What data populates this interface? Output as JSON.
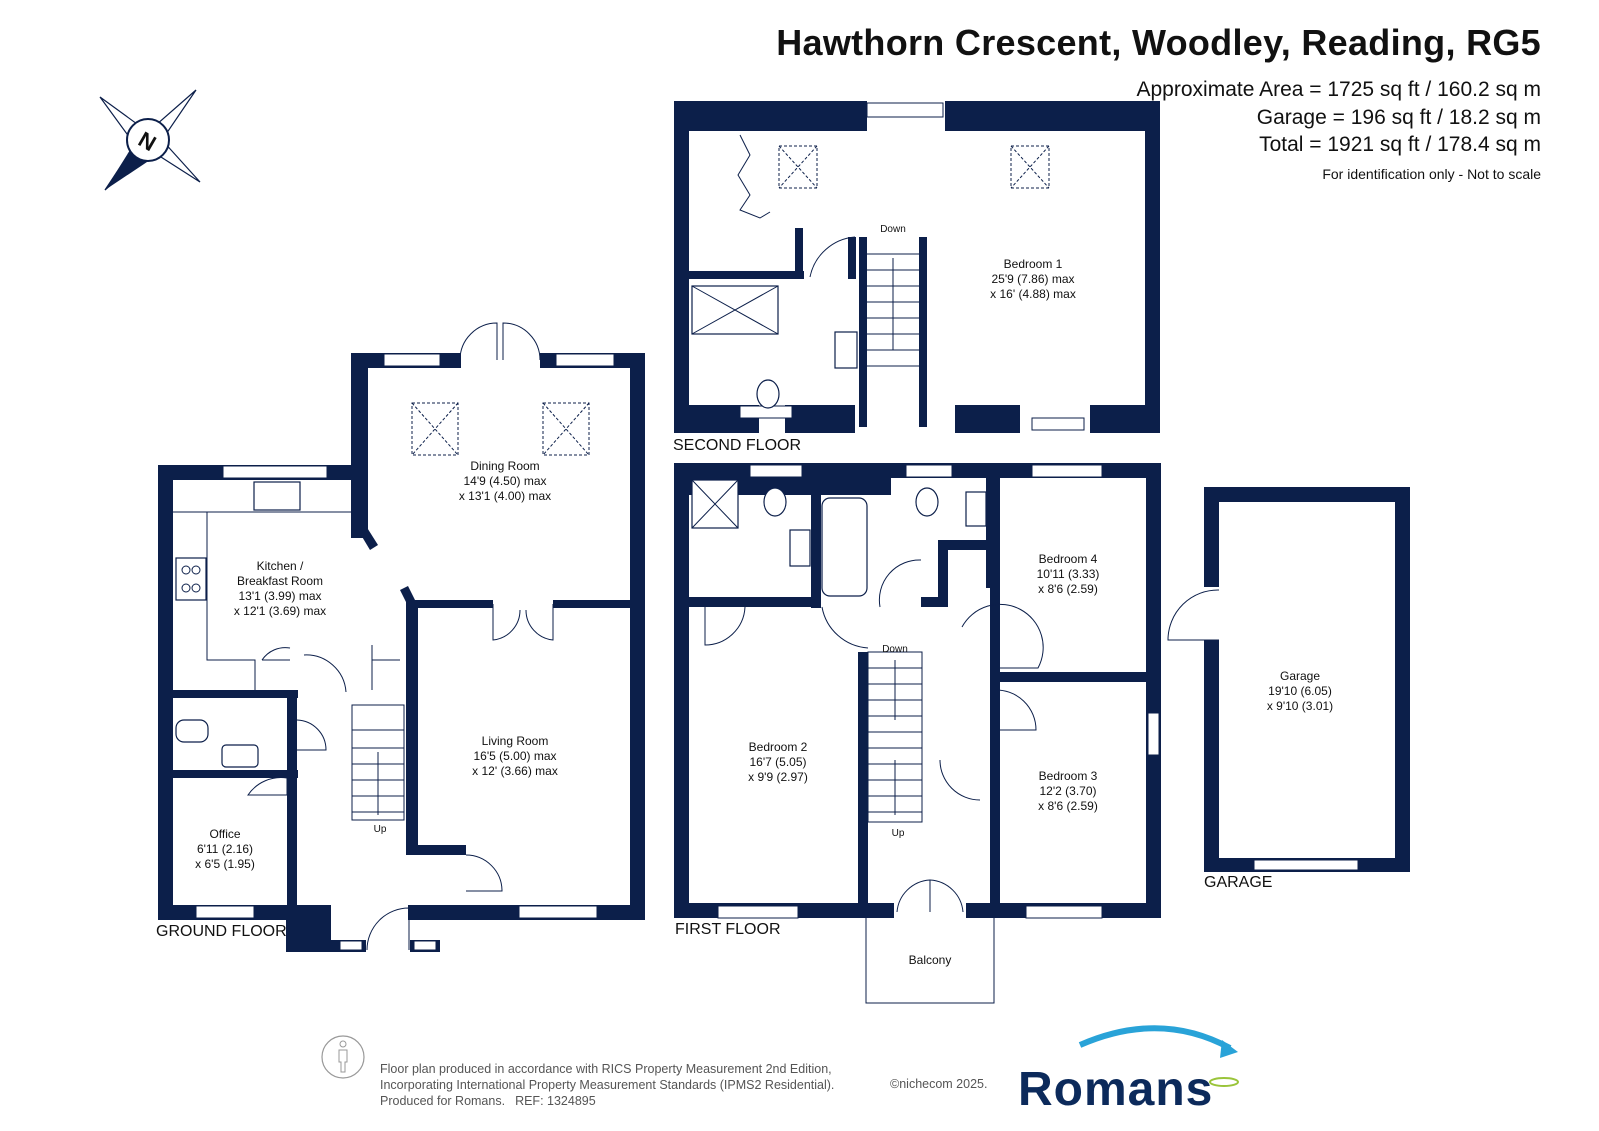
{
  "header": {
    "title": "Hawthorn Crescent, Woodley, Reading, RG5",
    "approx_area": "Approximate Area = 1725 sq ft / 160.2 sq m",
    "garage_area": "Garage = 196 sq ft / 18.2 sq m",
    "total_area": "Total = 1921 sq ft / 178.4 sq m",
    "note": "For identification only - Not to scale"
  },
  "compass": {
    "letter": "N",
    "icon": "north-compass-icon"
  },
  "floors": {
    "ground": "GROUND FLOOR",
    "first": "FIRST FLOOR",
    "second": "SECOND FLOOR",
    "garage": "GARAGE"
  },
  "rooms": {
    "dining": {
      "name": "Dining Room",
      "dim1": "14'9 (4.50) max",
      "dim2": "x 13'1 (4.00) max"
    },
    "kitchen": {
      "name": "Kitchen /",
      "name2": "Breakfast Room",
      "dim1": "13'1 (3.99) max",
      "dim2": "x 12'1 (3.69) max"
    },
    "living": {
      "name": "Living Room",
      "dim1": "16'5 (5.00) max",
      "dim2": "x 12' (3.66) max"
    },
    "office": {
      "name": "Office",
      "dim1": "6'11 (2.16)",
      "dim2": "x 6'5 (1.95)"
    },
    "bedroom1": {
      "name": "Bedroom 1",
      "dim1": "25'9 (7.86) max",
      "dim2": "x 16' (4.88) max"
    },
    "bedroom2": {
      "name": "Bedroom 2",
      "dim1": "16'7 (5.05)",
      "dim2": "x 9'9 (2.97)"
    },
    "bedroom3": {
      "name": "Bedroom 3",
      "dim1": "12'2 (3.70)",
      "dim2": "x 8'6 (2.59)"
    },
    "bedroom4": {
      "name": "Bedroom 4",
      "dim1": "10'11 (3.33)",
      "dim2": "x 8'6 (2.59)"
    },
    "garage": {
      "name": "Garage",
      "dim1": "19'10 (6.05)",
      "dim2": "x 9'10 (3.01)"
    },
    "balcony": {
      "name": "Balcony"
    }
  },
  "stairs": {
    "up": "Up",
    "down": "Down"
  },
  "footer": {
    "line1": "Floor plan produced in accordance with RICS Property Measurement 2nd Edition,",
    "line2": "Incorporating International Property Measurement Standards (IPMS2 Residential).",
    "line3": "Produced for Romans.",
    "ref": "REF:  1324895",
    "copyright": "©nichecom 2025.",
    "brand": "Romans"
  },
  "colors": {
    "wall": "#0c1f4a",
    "brand": "#0c2a5b",
    "accent": "#29a3d8"
  }
}
